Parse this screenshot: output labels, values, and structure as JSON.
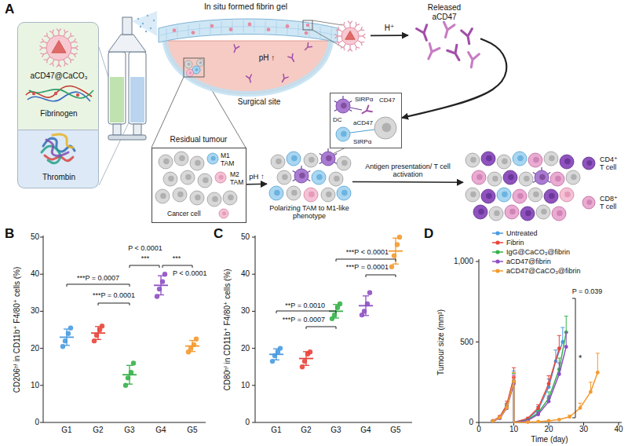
{
  "diagram": {
    "nodes": [
      {
        "text": [
          "aCD47@CaCO₃",
          "Fibrinogen"
        ]
      },
      {
        "text": [
          "Thrombin"
        ]
      },
      {
        "text": [
          "In situ formed fibrin gel",
          "pH ↑",
          "Surgical site"
        ]
      },
      {
        "text": [
          "Released aCD47"
        ]
      },
      {
        "text": [
          "Residual tumour",
          "M1 TAM",
          "M2 TAM",
          "Cancer cell"
        ]
      },
      {
        "text": [
          "Polarizing TAM to M1-like phenotype"
        ]
      },
      {
        "text": [
          "DC",
          "SIRPα",
          "CD47",
          "aCD47",
          "SIRPα"
        ]
      },
      {
        "text": [
          "CD4⁺ T cell",
          "CD8⁺ T cell"
        ]
      }
    ],
    "edges": [
      {
        "from": 2,
        "to": 3,
        "label": "H⁺",
        "arrow": "to"
      },
      {
        "from": 3,
        "to": 6,
        "arrow": "to"
      },
      {
        "from": 4,
        "to": 5,
        "label": "pH ↑",
        "arrow": "to"
      },
      {
        "from": 5,
        "to": 7,
        "label": "Antigen presentation/ T cell activation",
        "arrow": "to"
      }
    ],
    "labels": [
      "A",
      "B",
      "C",
      "D",
      "CD206ʰⁱ in CD11b⁺ F4/80⁺ cells (%)",
      "0",
      "10",
      "20",
      "30",
      "40",
      "50",
      "G1",
      "G2",
      "G3",
      "G4",
      "G5",
      "***P = 0.0007",
      "***P = 0.0001",
      "P < 0.0001",
      "***",
      "***",
      "P < 0.0001",
      "CD80ʰⁱ in CD11b⁺ F4/80⁺ cells (%)",
      "0",
      "10",
      "20",
      "30",
      "40",
      "50",
      "G1",
      "G2",
      "G3",
      "G4",
      "G5",
      "**P = 0.0010",
      "***P = 0.0007",
      "***P < 0.0001",
      "***P = 0.0001",
      "1,000",
      "500",
      "0",
      "0",
      "10",
      "20",
      "30",
      "40",
      "Tumour size (mm³)",
      "Time (day)",
      "P = 0.039",
      "*"
    ],
    "legend": [
      {
        "text": "Untreated",
        "color": "#4a9be0"
      },
      {
        "text": "Fibrin",
        "color": "#e8453c"
      },
      {
        "text": "IgG@CaCO₃@fibrin",
        "color": "#36b14a"
      },
      {
        "text": "aCD47@fibrin",
        "color": "#8e4fc4"
      },
      {
        "text": "aCD47@CaCO₃@fibrin",
        "color": "#f39a2f"
      }
    ]
  }
}
